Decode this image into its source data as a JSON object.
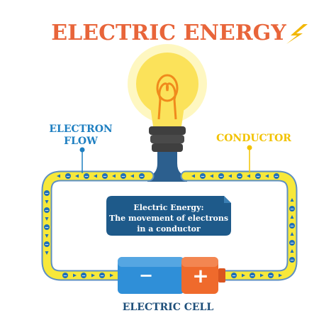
{
  "title": "ELECTRIC ENERGY",
  "labels": {
    "electron_flow_line1": "ELECTRON",
    "electron_flow_line2": "FLOW",
    "conductor": "CONDUCTOR",
    "electric_cell": "ELECTRIC CELL"
  },
  "callout": {
    "line1": "Electric Energy:",
    "line2": "The movement of electrons",
    "line3": "in a conductor"
  },
  "battery": {
    "negative_symbol": "−",
    "positive_symbol": "+"
  },
  "electron_symbol": "−",
  "colors": {
    "title": "#e8653a",
    "label_blue": "#1e7fc1",
    "label_yellow": "#f2c200",
    "label_dark": "#1e4f7a",
    "wire_yellow": "#f7e83a",
    "wire_outline": "#5d8fc2",
    "electron": "#1f6fb8",
    "callout_bg": "#1e5a8a",
    "battery_blue": "#2f8fd8",
    "battery_orange": "#ef6a2c",
    "bulb_glow": "#fdf3a6",
    "bulb_glass": "#fbe25a",
    "filament": "#f08a1c",
    "socket": "#4a4a4a",
    "lightning": "#f2b705"
  },
  "icons": [
    "lightning-bolt-icon",
    "light-bulb-icon",
    "battery-icon",
    "electron-icon",
    "arrow-icon"
  ]
}
